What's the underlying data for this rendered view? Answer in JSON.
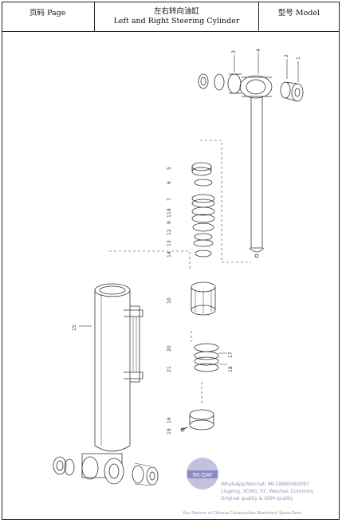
{
  "header": {
    "page_label": "页码 Page",
    "title_cn": "左右转向油缸",
    "title_en": "Left and Right Steering Cylinder",
    "model_label": "型号   Model"
  },
  "part_numbers": [
    "1",
    "2",
    "3",
    "4",
    "5",
    "6",
    "7",
    "8",
    "9",
    "10",
    "11",
    "12",
    "13",
    "14",
    "15",
    "16",
    "17",
    "18",
    "19",
    "20",
    "21"
  ],
  "watermark": {
    "line1": "WhatsApp/Wechat: 86-18980082697",
    "line2": "Liugong, XCMG, SY, Weichai, Cummins",
    "line3": "Original quality & OEM quality",
    "line4": "Your Partner of Chinese Construction Machinery Spare Parts",
    "stamp_text": "90-DAY"
  }
}
